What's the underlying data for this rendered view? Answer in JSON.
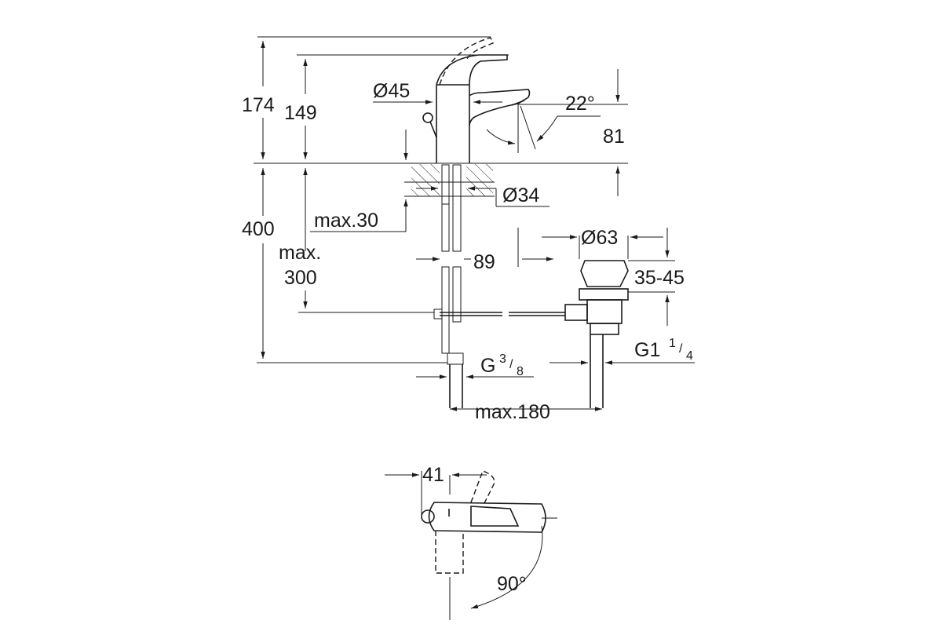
{
  "drawing": {
    "dims": {
      "total_height": "174",
      "spout_height": "149",
      "body_diameter": "Ø45",
      "spout_angle": "22°",
      "spout_outlet_height": "81",
      "shank_diameter": "Ø34",
      "max_deck": "max.30",
      "hose_length": "400",
      "max_label": "max.",
      "max_300": "300",
      "offset_89": "89",
      "waste_diameter": "Ø63",
      "waste_range": "35-45",
      "waste_thread": "G1",
      "waste_thread_frac_num": "1",
      "waste_thread_frac_den": "4",
      "supply_thread": "G",
      "supply_frac_num": "3",
      "supply_frac_den": "8",
      "max_180": "max.180",
      "lever_41": "41",
      "rotation": "90°"
    }
  }
}
